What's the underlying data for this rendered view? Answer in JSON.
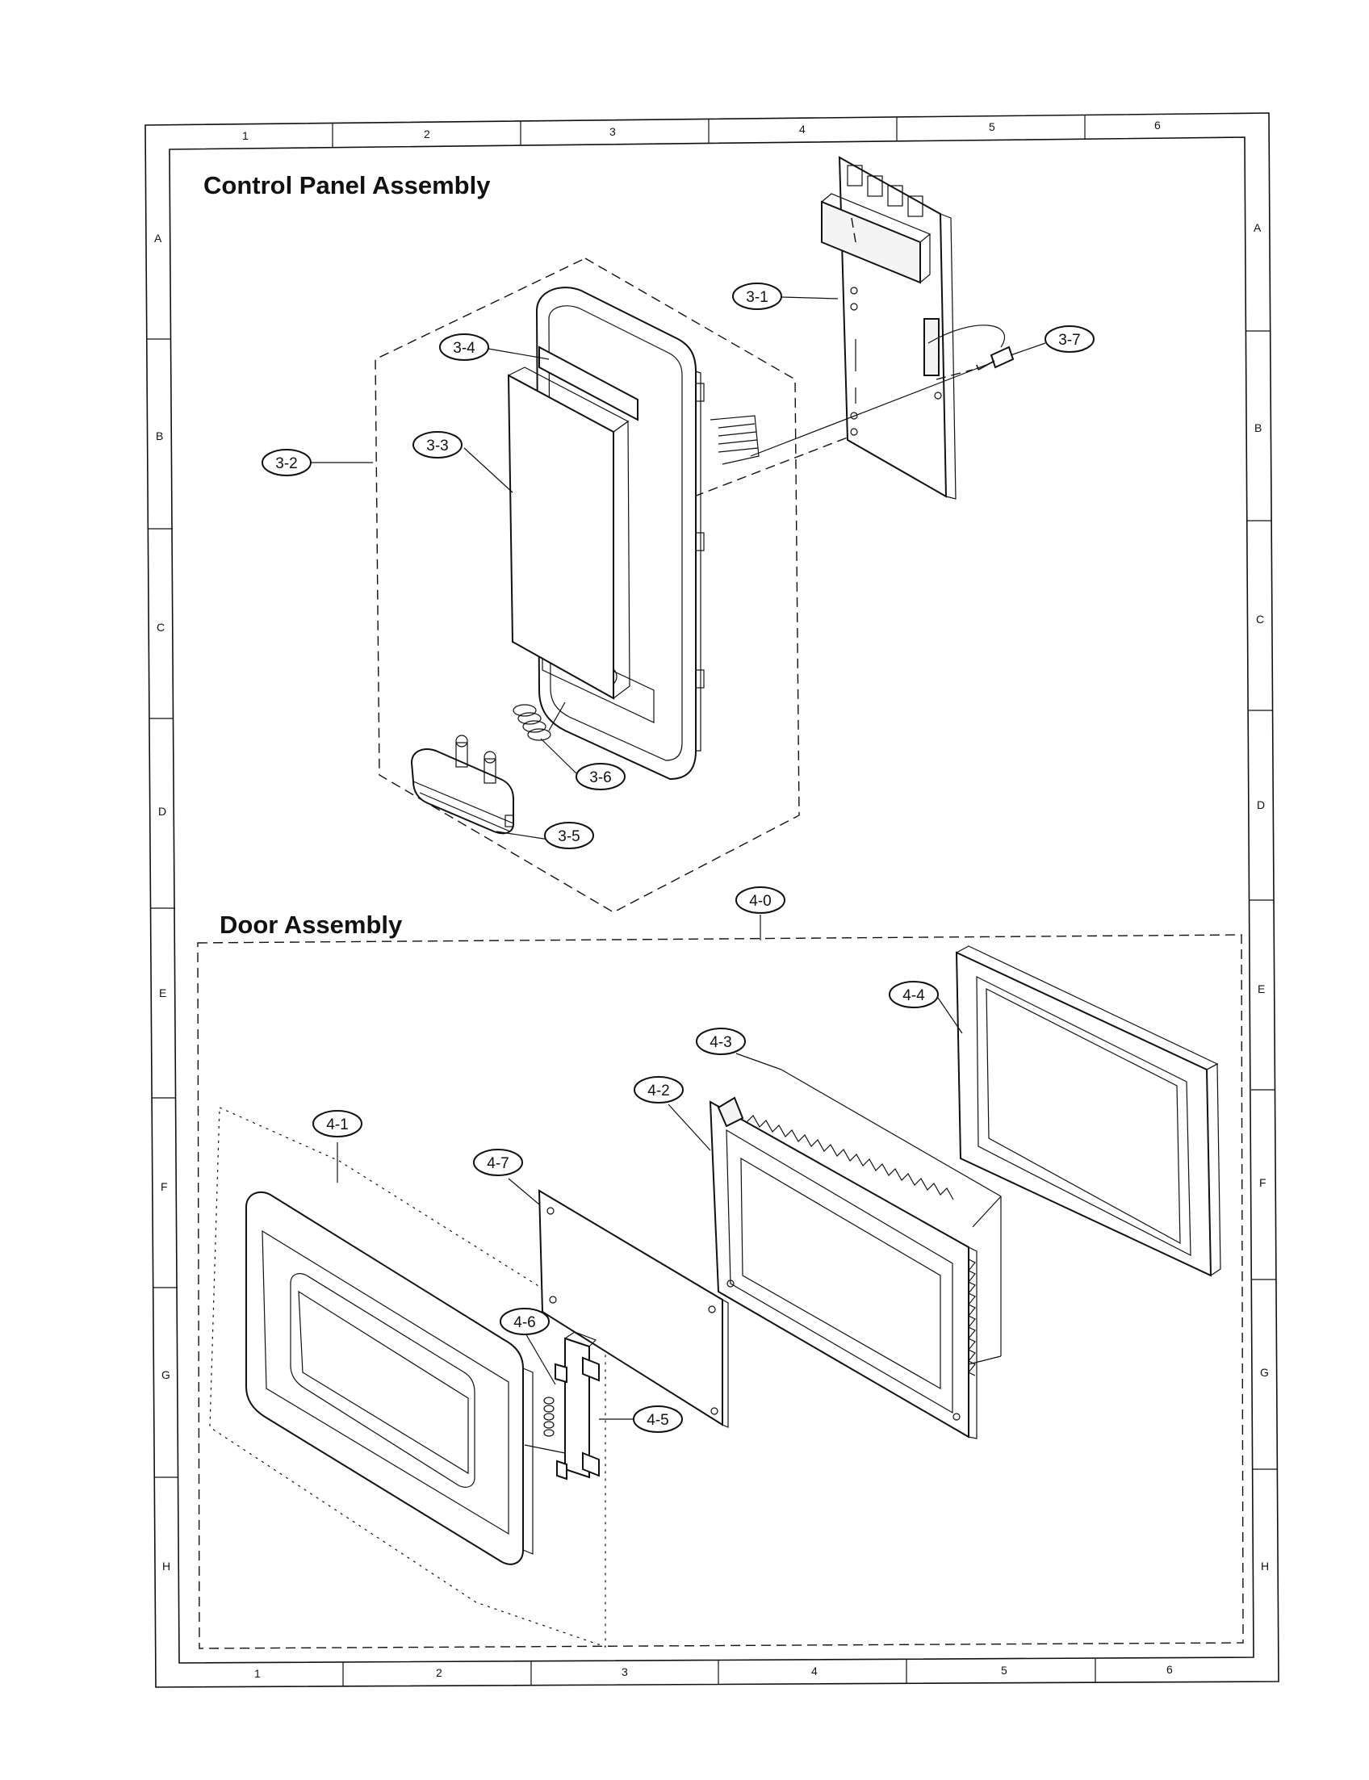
{
  "sections": {
    "control_panel": {
      "title": "Control Panel Assembly"
    },
    "door": {
      "title": "Door Assembly"
    }
  },
  "grid": {
    "columns": [
      "1",
      "2",
      "3",
      "4",
      "5",
      "6"
    ],
    "rows": [
      "A",
      "B",
      "C",
      "D",
      "E",
      "F",
      "G",
      "H"
    ]
  },
  "callouts": {
    "c3_1": "3-1",
    "c3_2": "3-2",
    "c3_3": "3-3",
    "c3_4": "3-4",
    "c3_5": "3-5",
    "c3_6": "3-6",
    "c3_7": "3-7",
    "c4_0": "4-0",
    "c4_1": "4-1",
    "c4_2": "4-2",
    "c4_3": "4-3",
    "c4_4": "4-4",
    "c4_5": "4-5",
    "c4_6": "4-6",
    "c4_7": "4-7"
  }
}
